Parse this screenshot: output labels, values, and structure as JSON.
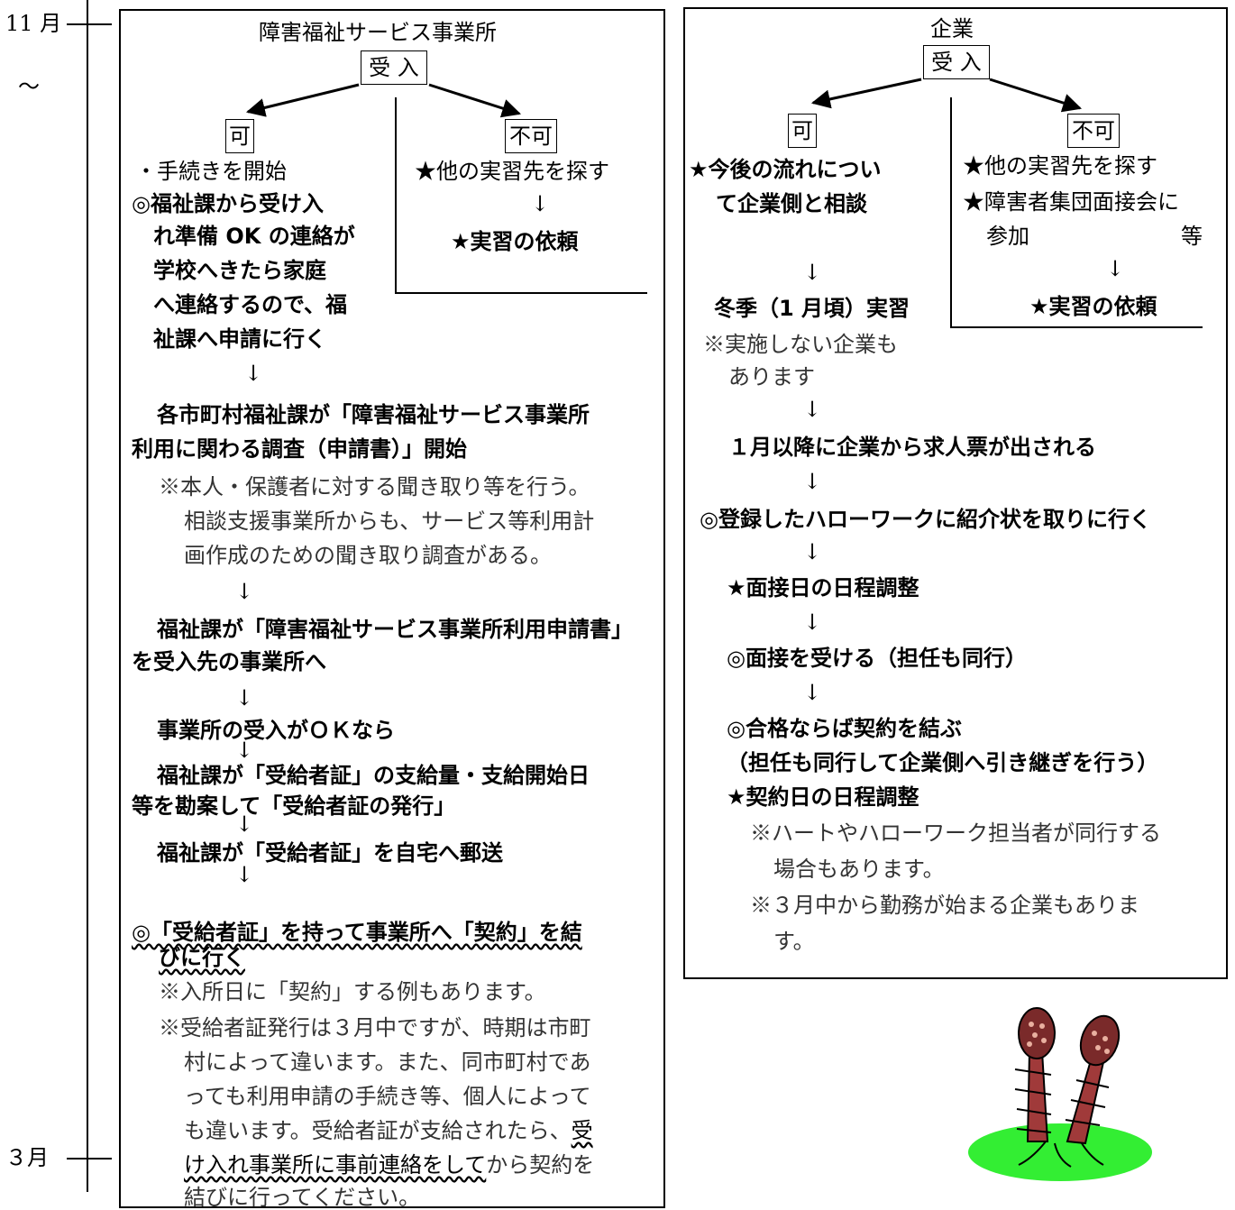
{
  "timeline": {
    "start": "11 月",
    "tilde": "～",
    "end": "３月"
  },
  "left": {
    "title": "障害福祉サービス事業所",
    "accept": "受 入",
    "ok": "可",
    "ng": "不可",
    "ok_lines": [
      "・手続きを開始",
      "◎福祉課から受け入",
      "れ準備 OK の連絡が",
      "学校へきたら家庭",
      "へ連絡するので、福",
      "祉課へ申請に行く"
    ],
    "ng_lines": [
      "★他の実習先を探す",
      "★実習の依頼"
    ],
    "arrow": "↓",
    "step1": [
      "各市町村福祉課が「障害福祉サービス事業所",
      "利用に関わる調査（申請書）」開始"
    ],
    "note1": [
      "※本人・保護者に対する聞き取り等を行う。",
      "相談支援事業所からも、サービス等利用計",
      "画作成のための聞き取り調査がある。"
    ],
    "step2": [
      "福祉課が「障害福祉サービス事業所利用申請書」",
      "を受入先の事業所へ"
    ],
    "step3": "事業所の受入がＯＫなら",
    "step4": [
      "福祉課が「受給者証」の支給量・支給開始日",
      "等を勘案して「受給者証の発行」"
    ],
    "step5": "福祉課が「受給者証」を自宅へ郵送",
    "step6": [
      "◎「受給者証」を持って事業所へ「契約」を結",
      "びに行く"
    ],
    "note2": "※入所日に「契約」する例もあります。",
    "note3": [
      "※受給者証発行は３月中ですが、時期は市町",
      "村によって違います。また、同市町村であ",
      "っても利用申請の手続き等、個人によって",
      "も違います。受給者証が支給されたら、",
      "受",
      "け入れ事業所に事前連絡をして",
      "から契約を",
      "結びに行ってください。"
    ]
  },
  "right": {
    "title": "企業",
    "accept": "受 入",
    "ok": "可",
    "ng": "不可",
    "ok_lines": [
      "★今後の流れについ",
      "て企業側と相談"
    ],
    "ng_lines": [
      "★他の実習先を探す",
      "★障害者集団面接会に",
      "参加",
      "等",
      "★実習の依頼"
    ],
    "arrow": "↓",
    "winter": "冬季（1 月頃）実習",
    "winter_note": [
      "※実施しない企業も",
      "あります"
    ],
    "s1": "１月以降に企業から求人票が出される",
    "s2": "◎登録したハローワークに紹介状を取りに行く",
    "s3": "★面接日の日程調整",
    "s4": "◎面接を受ける（担任も同行）",
    "s5": "◎合格ならば契約を結ぶ",
    "s6": "（担任も同行して企業側へ引き継ぎを行う）",
    "s7": "★契約日の日程調整",
    "n1": [
      "※ハートやハローワーク担当者が同行する",
      "場合もあります。"
    ],
    "n2": [
      "※３月中から勤務が始まる企業もありま",
      "す。"
    ]
  }
}
